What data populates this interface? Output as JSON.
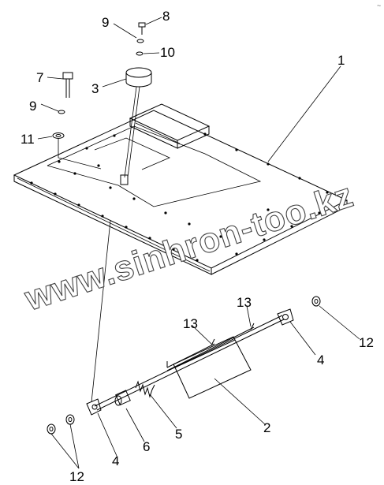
{
  "diagram": {
    "watermark": "www.sinhron-too.kz",
    "corner_mark": "~",
    "callouts": [
      {
        "id": "c1",
        "label": "1"
      },
      {
        "id": "c2",
        "label": "2"
      },
      {
        "id": "c3",
        "label": "3"
      },
      {
        "id": "c4a",
        "label": "4"
      },
      {
        "id": "c4b",
        "label": "4"
      },
      {
        "id": "c5",
        "label": "5"
      },
      {
        "id": "c6",
        "label": "6"
      },
      {
        "id": "c7",
        "label": "7"
      },
      {
        "id": "c8",
        "label": "8"
      },
      {
        "id": "c9a",
        "label": "9"
      },
      {
        "id": "c9b",
        "label": "9"
      },
      {
        "id": "c10",
        "label": "10"
      },
      {
        "id": "c11",
        "label": "11"
      },
      {
        "id": "c12a",
        "label": "12"
      },
      {
        "id": "c12b",
        "label": "12"
      },
      {
        "id": "c13a",
        "label": "13"
      },
      {
        "id": "c13b",
        "label": "13"
      }
    ]
  }
}
